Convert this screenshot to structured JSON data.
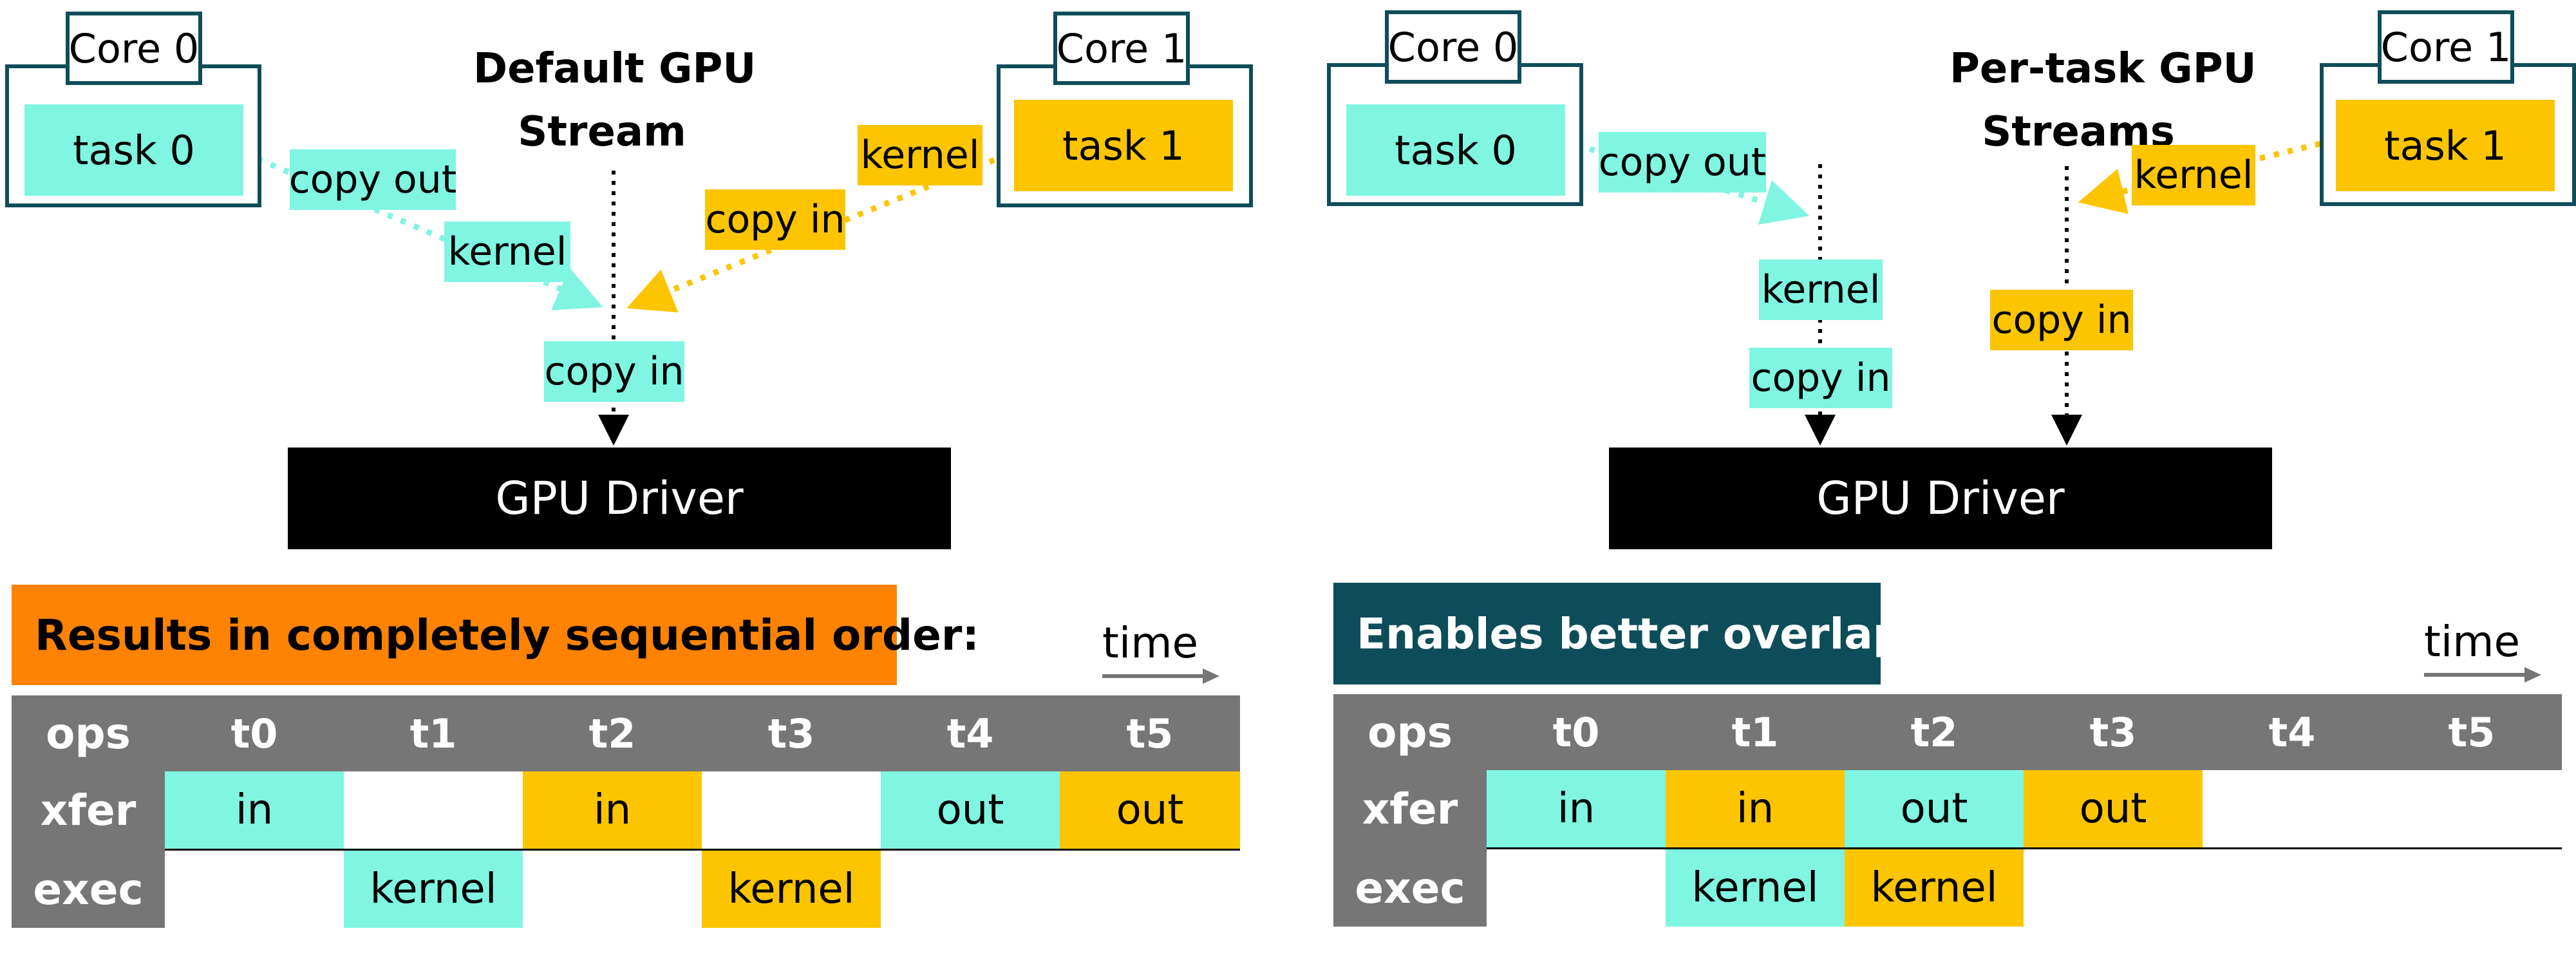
{
  "colors": {
    "teal": "#7ff5e2",
    "gold": "#fcc500",
    "orange": "#ff8300",
    "dark_teal": "#0d4d5a",
    "header_gray": "#767676",
    "driver_black": "#000000"
  },
  "left": {
    "title_line1": "Default GPU",
    "title_line2": "Stream",
    "core0": {
      "label": "Core 0",
      "task": "task 0"
    },
    "core1": {
      "label": "Core 1",
      "task": "task 1"
    },
    "ops_task0": [
      "copy out",
      "kernel",
      "copy in"
    ],
    "ops_task1": [
      "kernel",
      "copy in"
    ],
    "driver": "GPU Driver",
    "banner": "Results in completely sequential order:",
    "time_label": "time",
    "table": {
      "headers": [
        "ops",
        "t0",
        "t1",
        "t2",
        "t3",
        "t4",
        "t5"
      ],
      "rows": [
        {
          "label": "xfer",
          "cells": [
            {
              "text": "in",
              "color": "teal"
            },
            {
              "text": "",
              "color": ""
            },
            {
              "text": "in",
              "color": "gold"
            },
            {
              "text": "",
              "color": ""
            },
            {
              "text": "out",
              "color": "teal"
            },
            {
              "text": "out",
              "color": "gold"
            }
          ]
        },
        {
          "label": "exec",
          "cells": [
            {
              "text": "",
              "color": ""
            },
            {
              "text": "kernel",
              "color": "teal"
            },
            {
              "text": "",
              "color": ""
            },
            {
              "text": "kernel",
              "color": "gold"
            },
            {
              "text": "",
              "color": ""
            },
            {
              "text": "",
              "color": ""
            }
          ]
        }
      ]
    }
  },
  "right": {
    "title_line1": "Per-task GPU",
    "title_line2": "Streams",
    "core0": {
      "label": "Core 0",
      "task": "task 0"
    },
    "core1": {
      "label": "Core 1",
      "task": "task 1"
    },
    "ops_task0": [
      "copy out",
      "kernel",
      "copy in"
    ],
    "ops_task1": [
      "kernel",
      "copy in"
    ],
    "driver": "GPU Driver",
    "banner": "Enables better overlap:",
    "time_label": "time",
    "table": {
      "headers": [
        "ops",
        "t0",
        "t1",
        "t2",
        "t3",
        "t4",
        "t5"
      ],
      "rows": [
        {
          "label": "xfer",
          "cells": [
            {
              "text": "in",
              "color": "teal"
            },
            {
              "text": "in",
              "color": "gold"
            },
            {
              "text": "out",
              "color": "teal"
            },
            {
              "text": "out",
              "color": "gold"
            },
            {
              "text": "",
              "color": ""
            },
            {
              "text": "",
              "color": ""
            }
          ]
        },
        {
          "label": "exec",
          "cells": [
            {
              "text": "",
              "color": ""
            },
            {
              "text": "kernel",
              "color": "teal"
            },
            {
              "text": "kernel",
              "color": "gold"
            },
            {
              "text": "",
              "color": ""
            },
            {
              "text": "",
              "color": ""
            },
            {
              "text": "",
              "color": ""
            }
          ]
        }
      ]
    }
  }
}
